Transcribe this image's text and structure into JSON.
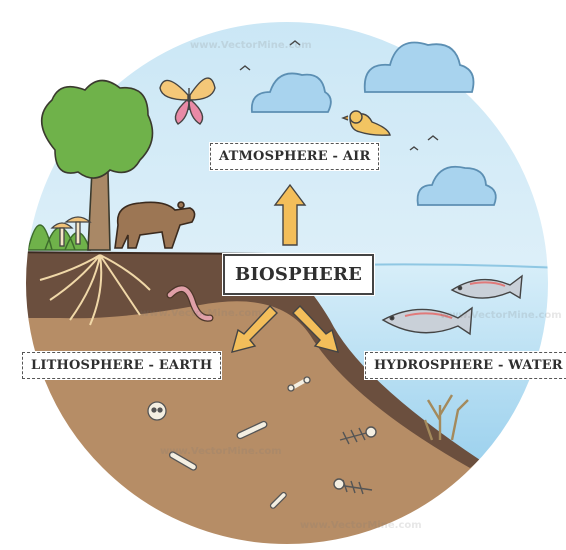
{
  "labels": {
    "biosphere": "BIOSPHERE",
    "atmosphere": "ATMOSPHERE - AIR",
    "lithosphere": "LITHOSPHERE - EARTH",
    "hydrosphere": "HYDROSPHERE - WATER"
  },
  "watermark": "www.VectorMine.com",
  "colors": {
    "sky": "#d6ecf7",
    "water": "#bfe1f3",
    "soil": "#b8906a",
    "topsoil": "#6e5242",
    "arrow": "#f3be5a"
  }
}
